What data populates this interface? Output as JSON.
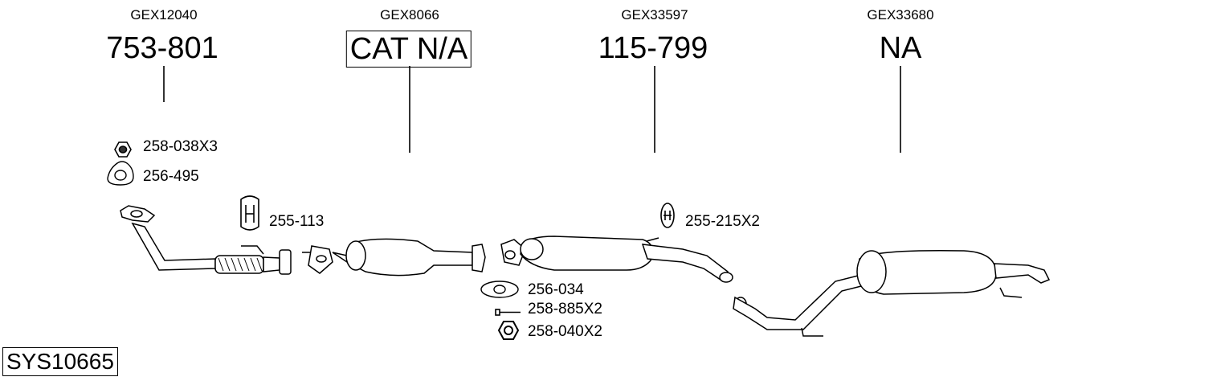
{
  "sections": [
    {
      "gex": "GEX12040",
      "part": "753-801",
      "boxed": false
    },
    {
      "gex": "GEX8066",
      "part": "CAT N/A",
      "boxed": true
    },
    {
      "gex": "GEX33597",
      "part": "115-799",
      "boxed": false
    },
    {
      "gex": "GEX33680",
      "part": "NA",
      "boxed": false
    }
  ],
  "accessories": {
    "nut_flange": "258-038X3",
    "gasket_front": "256-495",
    "rubber_hanger": "255-113",
    "ring_hanger": "255-215X2",
    "gasket_mid": "256-034",
    "bolt": "258-885X2",
    "hex_nut": "258-040X2"
  },
  "system_id": "SYS10665"
}
